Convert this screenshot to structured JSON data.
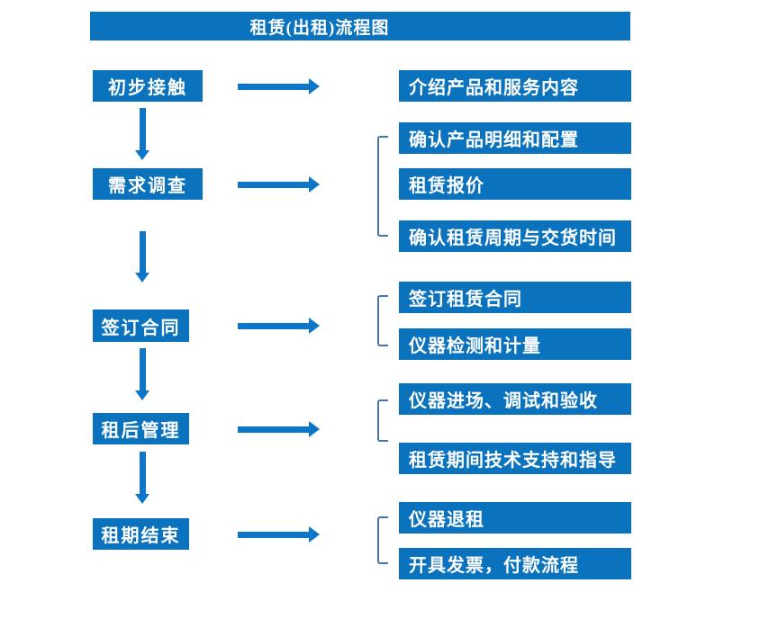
{
  "title": "租赁(出租)流程图",
  "colors": {
    "box_fill": "#0b72be",
    "arrow": "#0e76c8",
    "bracket": "#4575aa",
    "text": "#ffffff"
  },
  "steps": [
    {
      "label": "初步接触",
      "details": [
        "介绍产品和服务内容"
      ]
    },
    {
      "label": "需求调查",
      "details": [
        "确认产品明细和配置",
        "租赁报价",
        "确认租赁周期与交货时间"
      ]
    },
    {
      "label": "签订合同",
      "details": [
        "签订租赁合同",
        "仪器检测和计量"
      ]
    },
    {
      "label": "租后管理",
      "details": [
        "仪器进场、调试和验收",
        "租赁期间技术支持和指导"
      ]
    },
    {
      "label": "租期结束",
      "details": [
        "仪器退租",
        "开具发票，付款流程"
      ]
    }
  ]
}
